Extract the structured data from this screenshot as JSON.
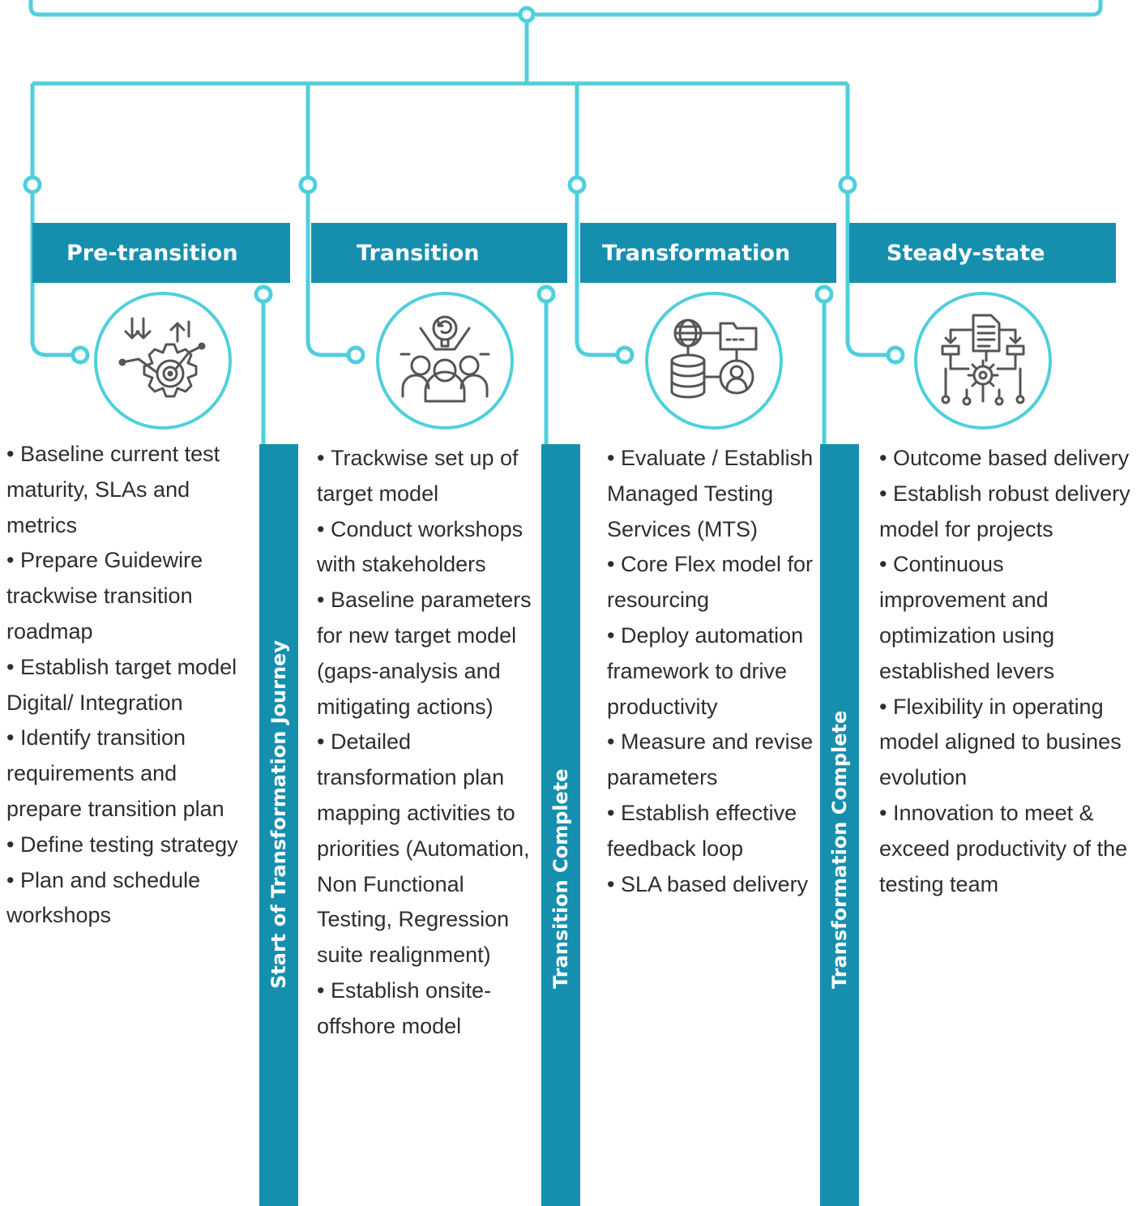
{
  "colors": {
    "teal": "#168faf",
    "cyan": "#4fcfdc",
    "text": "#2e2e2e"
  },
  "phases": [
    {
      "title": "Pre-transition",
      "icon": "gear-target-icon",
      "bullets": [
        "Baseline current test maturity, SLAs and metrics",
        "Prepare Guidewire trackwise transition roadmap",
        "Establish target model Digital/ Integration",
        "Identify transition requirements and prepare transition plan",
        "Define testing strategy",
        "Plan and schedule workshops"
      ]
    },
    {
      "title": "Transition",
      "icon": "team-leader-icon",
      "bullets": [
        "Trackwise set up of target model",
        "Conduct workshops with stakeholders",
        "Baseline parameters for new target model (gaps-analysis and mitigating actions)",
        "Detailed transformation plan mapping activities to priorities (Automation, Non Functional Testing, Regression suite realignment)",
        "Establish onsite-offshore model"
      ]
    },
    {
      "title": "Transformation",
      "icon": "data-network-icon",
      "bullets": [
        "Evaluate / Establish Managed Testing Services (MTS)",
        "Core Flex model for resourcing",
        "Deploy automation framework to drive productivity",
        "Measure and revise parameters",
        "Establish effective feedback loop",
        "SLA based delivery"
      ]
    },
    {
      "title": "Steady-state",
      "icon": "process-flow-icon",
      "bullets": [
        "Outcome based delivery",
        "Establish robust delivery model for projects",
        "Continuous improvement and optimization using established levers",
        "Flexibility in operating model aligned to busines evolution",
        "Innovation to meet & exceed productivity of the testing team"
      ]
    }
  ],
  "milestones": [
    "Start of Transformation Journey",
    "Transition Complete",
    "Transformation Complete"
  ]
}
